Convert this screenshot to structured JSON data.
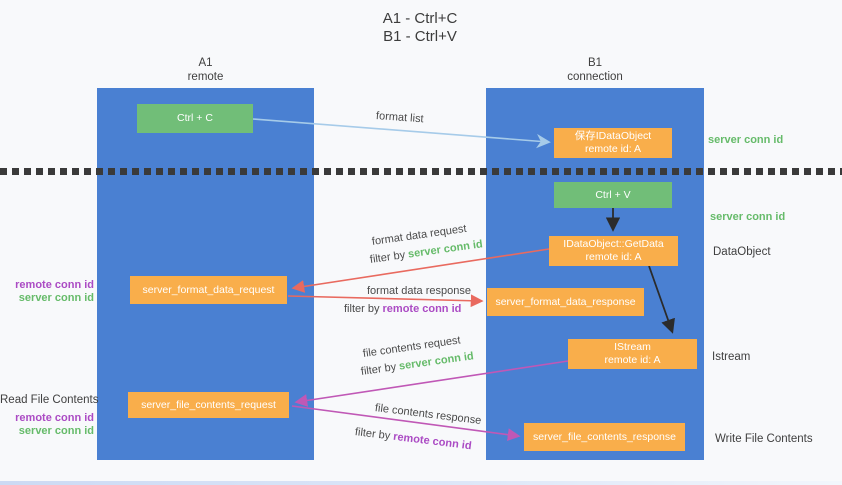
{
  "title": {
    "line1": "A1 - Ctrl+C",
    "line2": "B1 - Ctrl+V"
  },
  "lanes": {
    "left": {
      "header_line1": "A1",
      "header_line2": "remote"
    },
    "right": {
      "header_line1": "B1",
      "header_line2": "connection"
    }
  },
  "nodes": {
    "ctrl_c": {
      "label": "Ctrl + C"
    },
    "save_idataobject": {
      "line1": "保存IDataObject",
      "line2": "remote id: A"
    },
    "ctrl_v": {
      "label": "Ctrl + V"
    },
    "getdata": {
      "line1": "IDataObject::GetData",
      "line2": "remote id: A"
    },
    "format_request": {
      "label": "server_format_data_request"
    },
    "format_response": {
      "label": "server_format_data_response"
    },
    "istream": {
      "line1": "IStream",
      "line2": "remote id: A"
    },
    "file_request": {
      "label": "server_file_contents_request"
    },
    "file_response": {
      "label": "server_file_contents_response"
    }
  },
  "edge_labels": {
    "format_list": "format list",
    "format_data_request": "format data request",
    "format_data_request_filter_prefix": "filter by ",
    "format_data_request_filter_key": "server conn id",
    "format_data_response": "format data response",
    "format_data_response_filter_prefix": "filter by ",
    "format_data_response_filter_key": "remote conn id",
    "file_contents_request": "file contents request",
    "file_contents_request_filter_prefix": "filter by ",
    "file_contents_request_filter_key": "server conn id",
    "file_contents_response": "file contents response",
    "file_contents_response_filter_prefix": "filter by ",
    "file_contents_response_filter_key": "remote conn id"
  },
  "side_labels": {
    "server_conn_id_top_right": "server conn id",
    "server_conn_id_ctrl_v": "server conn id",
    "dataobject": "DataObject",
    "istream": "Istream",
    "write_file_contents": "Write File Contents",
    "remote_conn_id_format": "remote conn id",
    "server_conn_id_format": "server conn id",
    "read_file_contents": "Read File Contents",
    "remote_conn_id_file": "remote conn id",
    "server_conn_id_file": "server conn id"
  },
  "colors": {
    "lane_blue": "#4a80d2",
    "node_orange": "#f9ae4b",
    "node_green": "#71be78",
    "arrow_red": "#e96a5f",
    "arrow_magenta": "#c058b6",
    "arrow_light_blue": "#a6cbe9",
    "arrow_black": "#2b2b2b",
    "label_green": "#66bb6a",
    "label_purple": "#ab4bc4",
    "text_dark": "#3f3f3f"
  }
}
